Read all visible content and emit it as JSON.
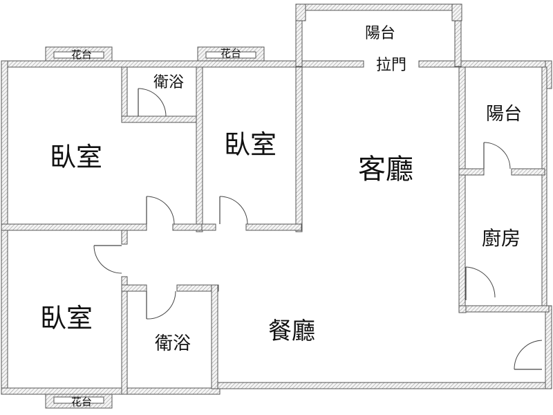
{
  "rooms": {
    "bed1": "臥室",
    "bed2": "臥室",
    "bed3": "臥室",
    "bath1": "衛浴",
    "bath2": "衛浴",
    "living": "客廳",
    "dining": "餐廳",
    "kitchen": "廚房",
    "balcony_top": "陽台",
    "balcony_right": "陽台",
    "sliding_door": "拉門",
    "planter_1": "花台",
    "planter_2": "花台",
    "planter_3": "花台"
  }
}
